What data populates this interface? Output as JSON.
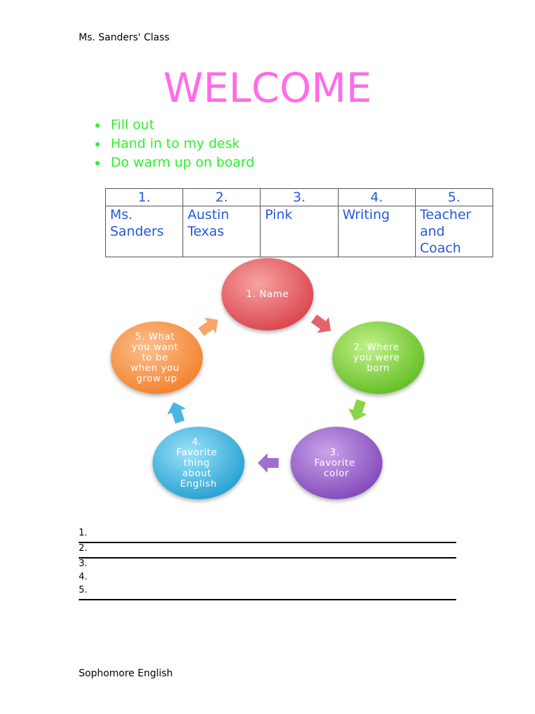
{
  "header": {
    "class_name": "Ms. Sanders' Class"
  },
  "title": "WELCOME",
  "instructions": [
    "Fill out",
    "Hand in to my desk",
    "Do warm up on board"
  ],
  "table": {
    "numbers": [
      "1.",
      "2.",
      "3.",
      "4.",
      "5."
    ],
    "answers": [
      [
        "Ms.",
        "Sanders"
      ],
      [
        "Austin",
        "Texas"
      ],
      [
        "Pink"
      ],
      [
        "Writing"
      ],
      [
        "Teacher",
        "and",
        "Coach"
      ]
    ]
  },
  "cycle": [
    {
      "lines": [
        "1. Name"
      ],
      "color": "#e85f63"
    },
    {
      "lines": [
        "2. Where",
        "you were",
        "born"
      ],
      "color": "#7ed13e"
    },
    {
      "lines": [
        "3.",
        "Favorite",
        "color"
      ],
      "color": "#9b63c9"
    },
    {
      "lines": [
        "4.",
        "Favorite",
        "thing",
        "about",
        "English"
      ],
      "color": "#3db3dd"
    },
    {
      "lines": [
        "5. What",
        "you want",
        "to be",
        "when you",
        "grow up"
      ],
      "color": "#f89a4e"
    }
  ],
  "answer_lines": [
    "1.",
    "2.",
    "3.",
    "4.",
    "5."
  ],
  "footer": {
    "course": "Sophomore English"
  },
  "colors": {
    "title": "#ff6ce6",
    "bullets": "#2cf02c",
    "table_text": "#2458d8"
  }
}
